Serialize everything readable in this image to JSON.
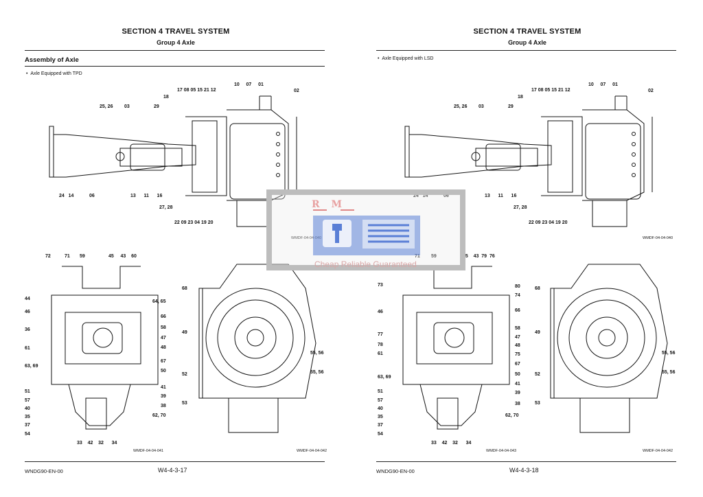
{
  "pages": [
    {
      "section_title": "SECTION 4 TRAVEL SYSTEM",
      "group_title": "Group 4 Axle",
      "subheading": "Assembly of Axle",
      "bullet": "Axle Equipped with TPD",
      "fig_top": "WMDF-04-04-040",
      "fig_bl": "WMDF-04-04-041",
      "fig_br": "WMDF-04-04-042",
      "footer_code": "WNDG90-EN-00",
      "page_number": "W4-4-3-17"
    },
    {
      "section_title": "SECTION 4 TRAVEL SYSTEM",
      "group_title": "Group 4 Axle",
      "bullet": "Axle Equipped with LSD",
      "fig_top": "WMDF-04-04-040",
      "fig_bl": "WMDF-04-04-043",
      "fig_br": "WMDF-04-04-042",
      "footer_code": "WNDG90-EN-00",
      "page_number": "W4-4-3-18"
    }
  ],
  "watermark": {
    "brand": "R M",
    "tagline": "Cheap Reliable Guaranteed"
  },
  "callouts": {
    "top": [
      "17",
      "08",
      "05",
      "15",
      "21",
      "12",
      "10",
      "07",
      "01",
      "02",
      "18",
      "25, 26",
      "03",
      "29",
      "24",
      "14",
      "06",
      "13",
      "11",
      "16",
      "27, 28",
      "22",
      "09",
      "23",
      "04",
      "19",
      "20"
    ],
    "bl_left": [
      "72",
      "71",
      "59",
      "45",
      "43",
      "60",
      "44",
      "46",
      "36",
      "61",
      "63, 69",
      "51",
      "57",
      "40",
      "35",
      "37",
      "54",
      "33",
      "42",
      "32",
      "34",
      "64, 65",
      "66",
      "58",
      "47",
      "48",
      "67",
      "50",
      "41",
      "39",
      "38",
      "62, 70"
    ],
    "bl_left_lsd": [
      "71",
      "59",
      "45",
      "43",
      "79",
      "76",
      "73",
      "46",
      "77",
      "78",
      "61",
      "63, 69",
      "51",
      "57",
      "40",
      "35",
      "37",
      "54",
      "33",
      "42",
      "32",
      "34",
      "80",
      "74",
      "66",
      "58",
      "47",
      "48",
      "75",
      "67",
      "50",
      "41",
      "39",
      "38",
      "62, 70"
    ],
    "br": [
      "68",
      "49",
      "52",
      "53",
      "55, 56",
      "55, 56"
    ]
  },
  "colors": {
    "rule": "#222222",
    "watermark_border": "#bdbdbd",
    "watermark_red": "#e08888",
    "watermark_blue": "#5a7fd6"
  }
}
